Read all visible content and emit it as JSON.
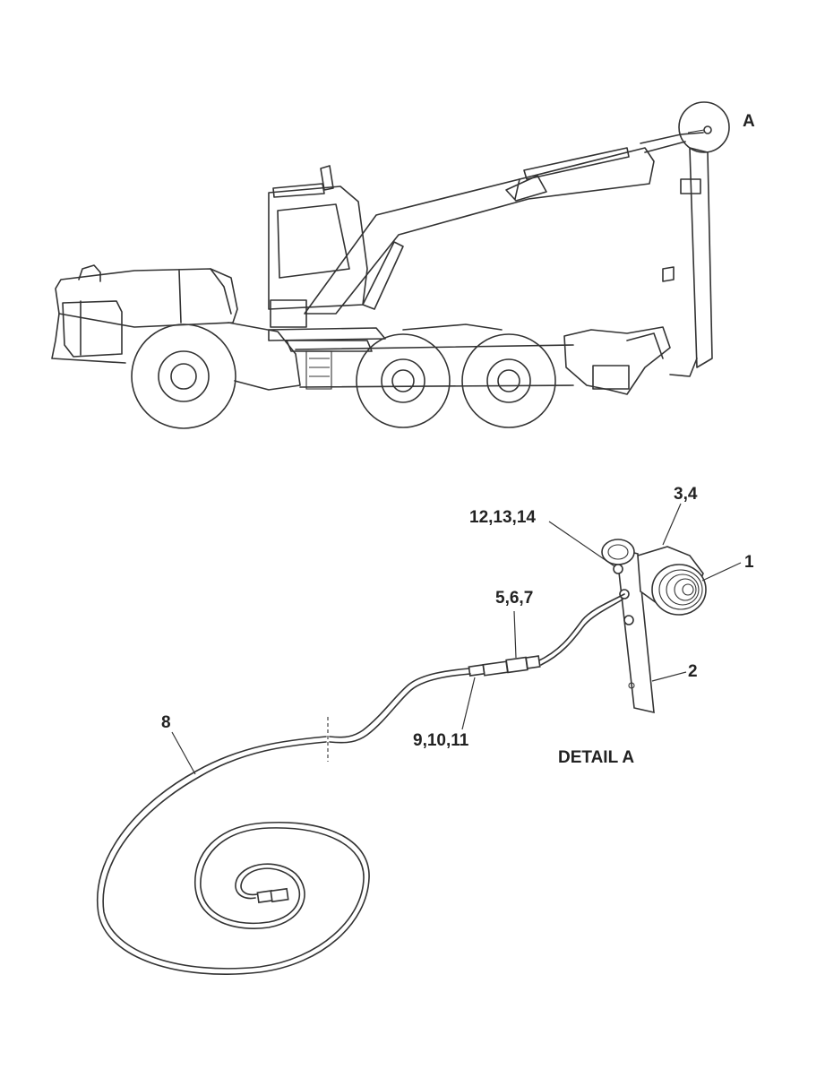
{
  "diagram": {
    "machine_callout": "A",
    "detail_title": "DETAIL A",
    "callouts": {
      "lamp": "1",
      "bracket": "2",
      "housing": "3,4",
      "connector": "5,6,7",
      "cable": "8",
      "plug": "9,10,11",
      "fasteners": "12,13,14"
    }
  }
}
